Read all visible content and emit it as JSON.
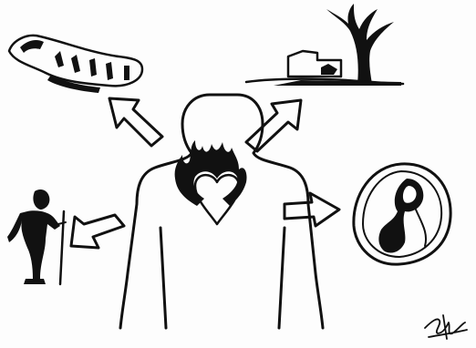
{
  "illustration": {
    "ink_color": "#111111",
    "paper_color": "#fdfdfd",
    "scenes": [
      {
        "id": "dead-body",
        "icon": "lying-body-icon"
      },
      {
        "id": "grave",
        "icon": "grave-tree-icon"
      },
      {
        "id": "elderly",
        "icon": "elderly-person-icon"
      },
      {
        "id": "fetus",
        "icon": "fetus-womb-icon"
      }
    ],
    "central_figure": {
      "icon": "human-silhouette-icon",
      "heart": "flaming-heart-icon"
    },
    "arrows": [
      "arrow-up-left",
      "arrow-up-right",
      "arrow-down-left",
      "arrow-right"
    ]
  }
}
